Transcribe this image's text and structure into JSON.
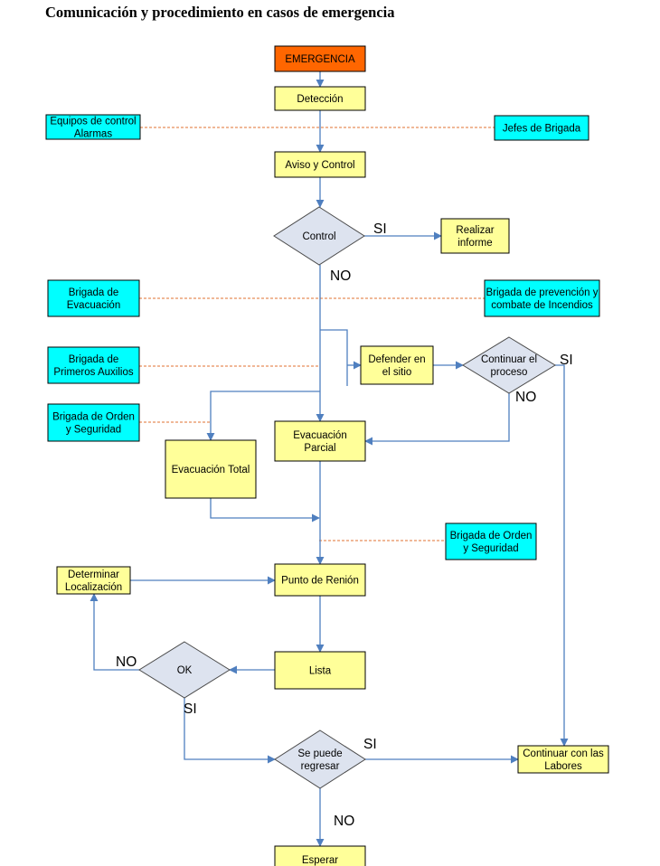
{
  "title": "Comunicación y procedimiento en casos de emergencia",
  "colors": {
    "start_fill": "#ff6600",
    "process_fill": "#ffff99",
    "role_fill": "#00ffff",
    "decision_fill": "#dde3ef",
    "edge": "#4f7fbf",
    "link_dashed": "#e07030",
    "answer_text": "#ff0000",
    "box_stroke": "#000000"
  },
  "nodes": {
    "emergencia": {
      "text": [
        "EMERGENCIA"
      ]
    },
    "deteccion": {
      "text": [
        "Detección"
      ]
    },
    "equipos": {
      "text": [
        "Equipos de control",
        "Alarmas"
      ]
    },
    "jefes": {
      "text": [
        "Jefes de Brigada"
      ]
    },
    "aviso": {
      "text": [
        "Aviso y Control"
      ]
    },
    "control": {
      "text": [
        "Control"
      ]
    },
    "realizar": {
      "text": [
        "Realizar",
        "informe"
      ]
    },
    "brig_evac": {
      "text": [
        "Brigada de",
        "Evacuación"
      ]
    },
    "brig_prev": {
      "text": [
        "Brigada de prevención y",
        "combate de Incendios"
      ]
    },
    "brig_aux": {
      "text": [
        "Brigada de",
        "Primeros Auxilios"
      ]
    },
    "defender": {
      "text": [
        "Defender en",
        "el sitio"
      ]
    },
    "continuar_proc": {
      "text": [
        "Continuar el",
        "proceso"
      ]
    },
    "brig_orden1": {
      "text": [
        "Brigada de Orden",
        "y Seguridad"
      ]
    },
    "evac_parcial": {
      "text": [
        "Evacuación",
        "Parcial"
      ]
    },
    "evac_total": {
      "text": [
        "Evacuación Total"
      ]
    },
    "brig_orden2": {
      "text": [
        "Brigada de Orden",
        "y Seguridad"
      ]
    },
    "determinar": {
      "text": [
        "Determinar",
        "Localización"
      ]
    },
    "punto": {
      "text": [
        "Punto de Renión"
      ]
    },
    "ok": {
      "text": [
        "OK"
      ]
    },
    "lista": {
      "text": [
        "Lista"
      ]
    },
    "puede": {
      "text": [
        "Se puede",
        "regresar"
      ]
    },
    "continuar_lab": {
      "text": [
        "Continuar con las",
        "Labores"
      ]
    },
    "esperar": {
      "text": [
        "Esperar"
      ]
    }
  },
  "answers": {
    "control_si": "SI",
    "control_no": "NO",
    "proceso_si": "SI",
    "proceso_no": "NO",
    "ok_no": "NO",
    "ok_si": "SI",
    "puede_si": "SI",
    "puede_no": "NO"
  }
}
